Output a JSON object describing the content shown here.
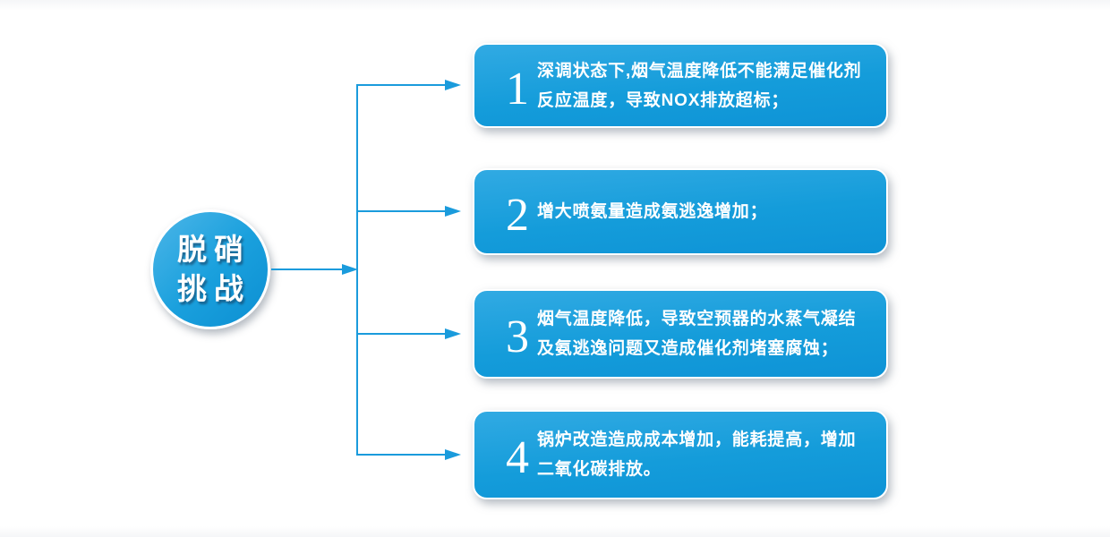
{
  "diagram": {
    "root": {
      "label_line1": "脱硝",
      "label_line2": "挑战"
    },
    "boxes": [
      {
        "number": "1",
        "lines": [
          "深调状态下,烟气温度降低不能满足催化剂",
          "反应温度，导致NOX排放超标；"
        ]
      },
      {
        "number": "2",
        "lines": [
          "增大喷氨量造成氨逃逸增加；"
        ]
      },
      {
        "number": "3",
        "lines": [
          "烟气温度降低，导致空预器的水蒸气凝结",
          "及氨逃逸问题又造成催化剂堵塞腐蚀；"
        ]
      },
      {
        "number": "4",
        "lines": [
          "锅炉改造造成成本增加，能耗提高，增加",
          "二氧化碳排放。"
        ]
      }
    ],
    "colors": {
      "node_blue": "#1aa0dd",
      "box_blue_top": "#31aae3",
      "box_blue_bottom": "#0e93d6",
      "connector_blue": "#1a9bdc",
      "text_white": "#ffffff"
    }
  }
}
